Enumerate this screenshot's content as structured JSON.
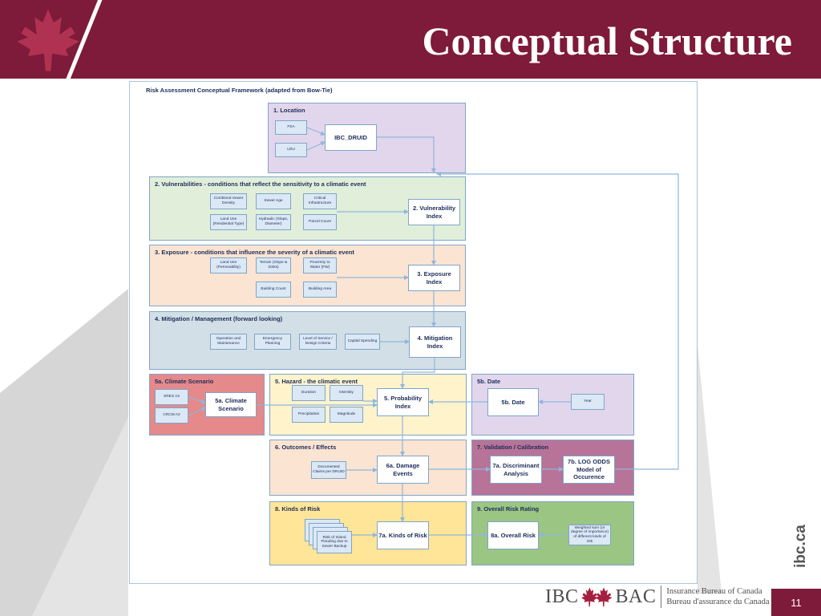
{
  "header": {
    "title": "Conceptual Structure"
  },
  "diagram": {
    "title": "Risk Assessment Conceptual Framework (adapted from Bow-Tie)",
    "sections": {
      "location": {
        "title": "1.  Location",
        "inputs": [
          "FSA",
          "LDU"
        ],
        "output": "IBC_DRUID"
      },
      "vulnerabilities": {
        "title": "2.  Vulnerabilities - conditions that reflect the sensitivity to a climatic event",
        "inputs": [
          "Combined Sewer Density",
          "Sewer Age",
          "Critical Infrastructure",
          "Land Use (Residential Type)",
          "Hydraulic (Slope, Diameter)",
          "Parcel Count"
        ],
        "output": "2. Vulnerability Index"
      },
      "exposure": {
        "title": "3.  Exposure - conditions that influence the severity of a climatic event",
        "inputs": [
          "Land Use (Permeability)",
          "Terrain (Slope & Sinks)",
          "Proximity to Water (FW)",
          "Building Count",
          "Building Area"
        ],
        "output": "3. Exposure Index"
      },
      "mitigation": {
        "title": "4.  Mitigation / Management (forward looking)",
        "inputs": [
          "Operation and Maintenance",
          "Emergency Planning",
          "Level of Service / Design Criteria",
          "Capital Spending"
        ],
        "output": "4. Mitigation Index"
      },
      "climate_scenario": {
        "title": "5a.  Climate Scenario",
        "inputs": [
          "SRES A2",
          "CRCM A2"
        ],
        "output": "5a. Climate Scenario"
      },
      "hazard": {
        "title": "5.  Hazard - the climatic event",
        "inputs": [
          "Duration",
          "Intensity",
          "Precipitation",
          "Magnitude"
        ],
        "output": "5. Probability Index"
      },
      "date": {
        "title": "5b. Date",
        "inputs": [
          "Year"
        ],
        "output": "5b. Date"
      },
      "outcomes": {
        "title": "6.  Outcomes / Effects",
        "inputs": [
          "Documented Claims per DRUID"
        ],
        "output": "6a. Damage Events"
      },
      "validation": {
        "title": "7.  Validation / Calibration",
        "box_a": "7a. Discriminant Analysis",
        "box_b": "7b.  LOG ODDS Model of Occurence"
      },
      "kinds_of_risk": {
        "title": "8.  Kinds of Risk",
        "inputs": [
          "Risk of Inland Flooding due to Sewer Backup"
        ],
        "output": "7a. Kinds of Risk"
      },
      "overall": {
        "title": "9.  Overall Risk Rating",
        "output": "8a. Overall Risk",
        "note": "Weighted sum (or degree of importance) of different kinds of risk"
      }
    }
  },
  "footer": {
    "logo_left": "IBC",
    "logo_right": "BAC",
    "org_en": "Insurance Bureau of Canada",
    "org_fr": "Bureau d'assurance du Canada",
    "site": "ibc.ca",
    "page": "11"
  },
  "colors": {
    "brand": "#7e1a3a",
    "location_bg": "#e2d6ec",
    "vulnerabilities_bg": "#e1efda",
    "exposure_bg": "#fbe4d2",
    "mitigation_bg": "#d3dfe6",
    "climate_bg": "#e5898a",
    "hazard_bg": "#fff3cc",
    "date_bg": "#e2d6ec",
    "outcomes_bg": "#fbe4d2",
    "validation_bg": "#b87398",
    "kinds_bg": "#ffe598",
    "overall_bg": "#9bc583",
    "arrow": "#8fb6dc"
  }
}
